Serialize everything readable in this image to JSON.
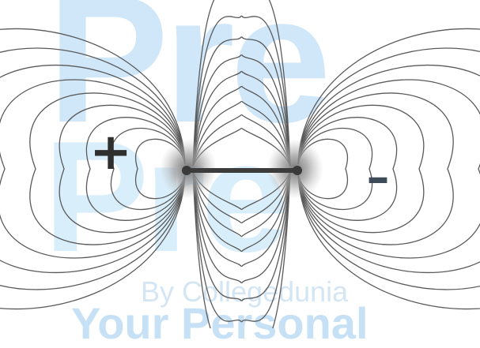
{
  "figure": {
    "positive_symbol": "+",
    "negative_symbol": "–",
    "line_color": "#5a5a5a",
    "charge_halo_color": "#9a9a9a"
  },
  "watermark": {
    "line1": "Pre",
    "line2": "Pre",
    "by_line": "By Collegedunia",
    "tagline": "Your Personal",
    "color": "#c8e4f7"
  }
}
